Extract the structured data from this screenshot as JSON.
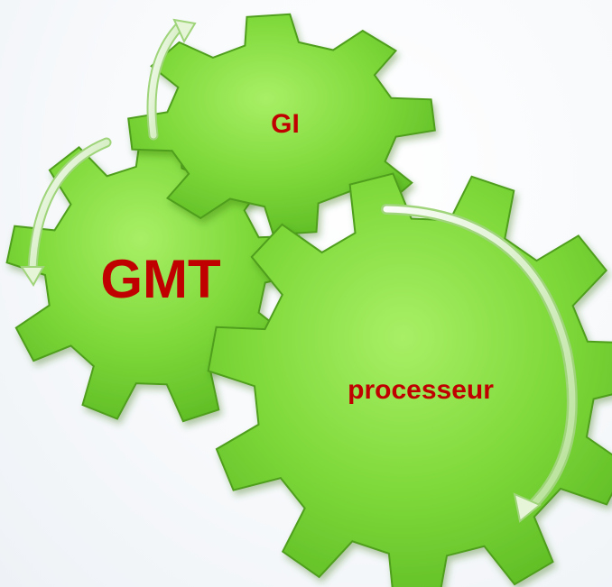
{
  "diagram": {
    "gears": [
      {
        "id": "gi",
        "label": "GI"
      },
      {
        "id": "gmt",
        "label": "GMT"
      },
      {
        "id": "processeur",
        "label": "processeur"
      }
    ],
    "colors": {
      "gear_fill": "#76d531",
      "gear_shadow": "#4f9e1f",
      "gear_highlight": "#a8ef66",
      "label": "#c00000",
      "arrow": "#d8efc2"
    }
  }
}
